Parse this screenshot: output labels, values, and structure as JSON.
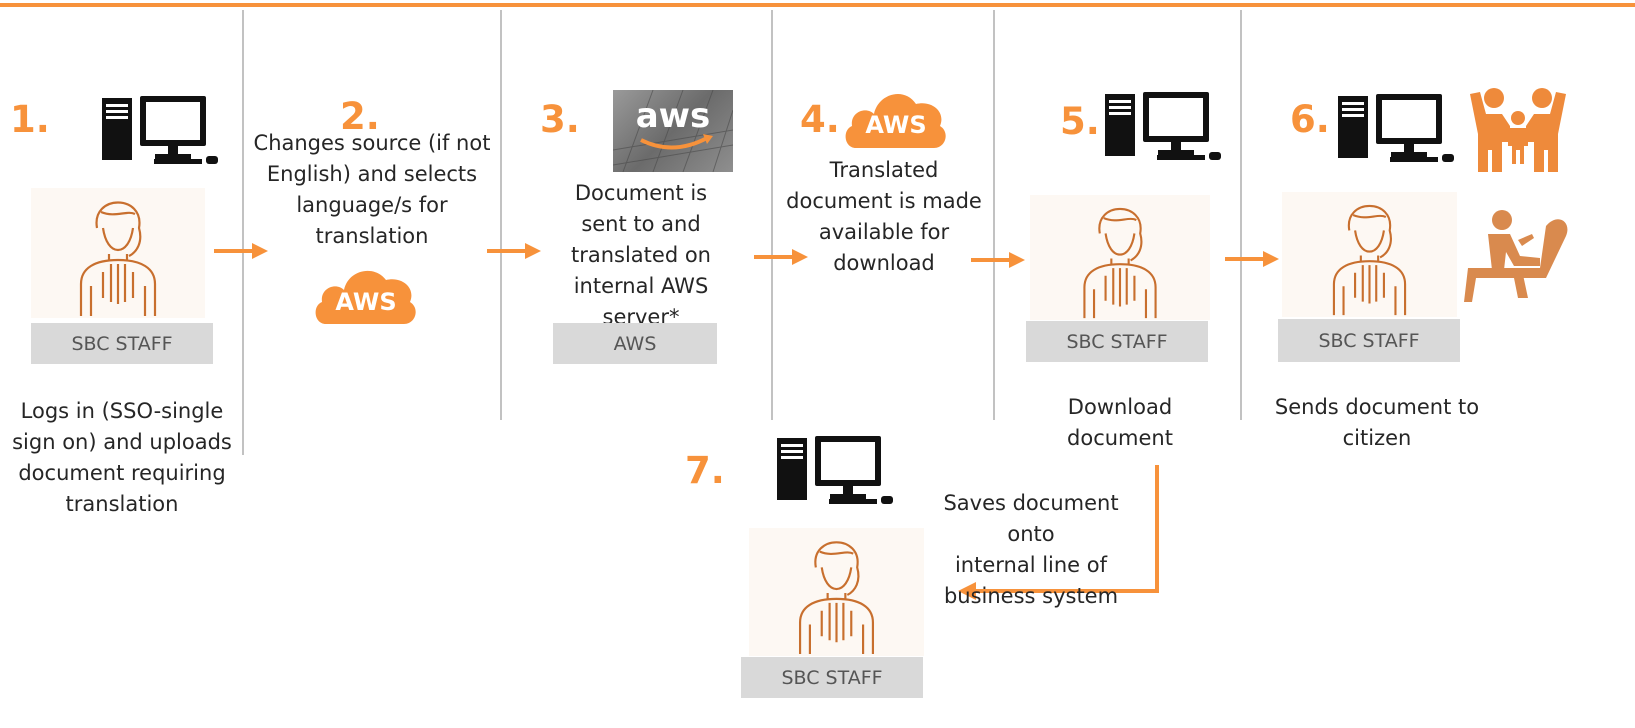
{
  "colors": {
    "accent": "#f7923b",
    "separator": "#c2c2c2",
    "label_bg": "#d9d9d9"
  },
  "steps": [
    {
      "number": "1.",
      "description": [
        "Logs in (SSO-single",
        "sign on) and uploads",
        "document requiring",
        "translation"
      ],
      "label": "SBC STAFF",
      "icons": [
        "desktop-computer-icon",
        "staff-person-icon"
      ]
    },
    {
      "number": "2.",
      "description": [
        "Changes source (if not",
        "English) and selects",
        "language/s for",
        "translation"
      ],
      "icons": [
        "aws-cloud-icon"
      ],
      "cloud_label": "AWS"
    },
    {
      "number": "3.",
      "description": [
        "Document is",
        "sent to and",
        "translated on",
        "internal AWS",
        "server*"
      ],
      "label": "AWS",
      "photo_text": "aws",
      "icons": [
        "aws-photo-icon"
      ]
    },
    {
      "number": "4.",
      "description": [
        "Translated",
        "document is made",
        "available for",
        "download"
      ],
      "icons": [
        "aws-cloud-icon"
      ],
      "cloud_label": "AWS"
    },
    {
      "number": "5.",
      "description": [
        "Download",
        "document"
      ],
      "label": "SBC STAFF",
      "icons": [
        "desktop-computer-icon",
        "staff-person-icon"
      ]
    },
    {
      "number": "6.",
      "description": [
        "Sends document to",
        "citizen"
      ],
      "label": "SBC STAFF",
      "icons": [
        "desktop-computer-icon",
        "family-icon",
        "staff-person-icon",
        "seated-citizen-icon"
      ]
    },
    {
      "number": "7.",
      "description": [
        "Saves document onto",
        "internal line of",
        "business system"
      ],
      "label": "SBC STAFF",
      "icons": [
        "desktop-computer-icon",
        "staff-person-icon"
      ]
    }
  ]
}
